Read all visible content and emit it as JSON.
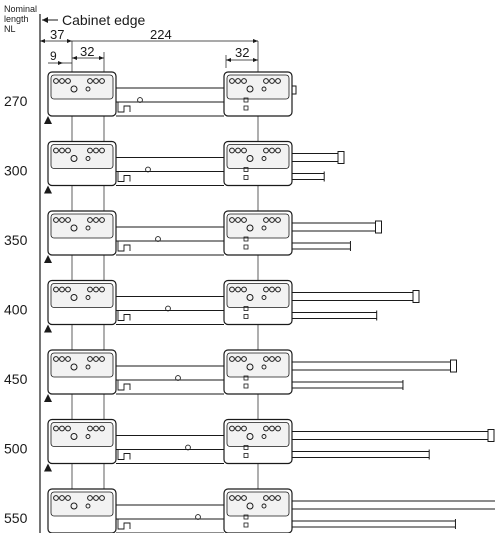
{
  "header": {
    "nominal_label_lines": [
      "Nominal",
      "length",
      "NL"
    ],
    "cabinet_edge_label": "Cabinet edge"
  },
  "dimensions": {
    "front_offset": "37",
    "hole_pitch_front": "32",
    "hole_spacing_small": "9",
    "rear_offset": "224",
    "hole_pitch_rear": "32"
  },
  "rows": [
    {
      "nominal_length": "270",
      "extension": 0.0
    },
    {
      "nominal_length": "300",
      "extension": 0.2
    },
    {
      "nominal_length": "350",
      "extension": 0.45
    },
    {
      "nominal_length": "400",
      "extension": 0.7
    },
    {
      "nominal_length": "450",
      "extension": 0.95
    },
    {
      "nominal_length": "500",
      "extension": 1.2
    },
    {
      "nominal_length": "550",
      "extension": 1.45
    }
  ],
  "colors": {
    "line": "#1a1a1a",
    "paper": "#ffffff",
    "shade": "#f2f2f2"
  }
}
